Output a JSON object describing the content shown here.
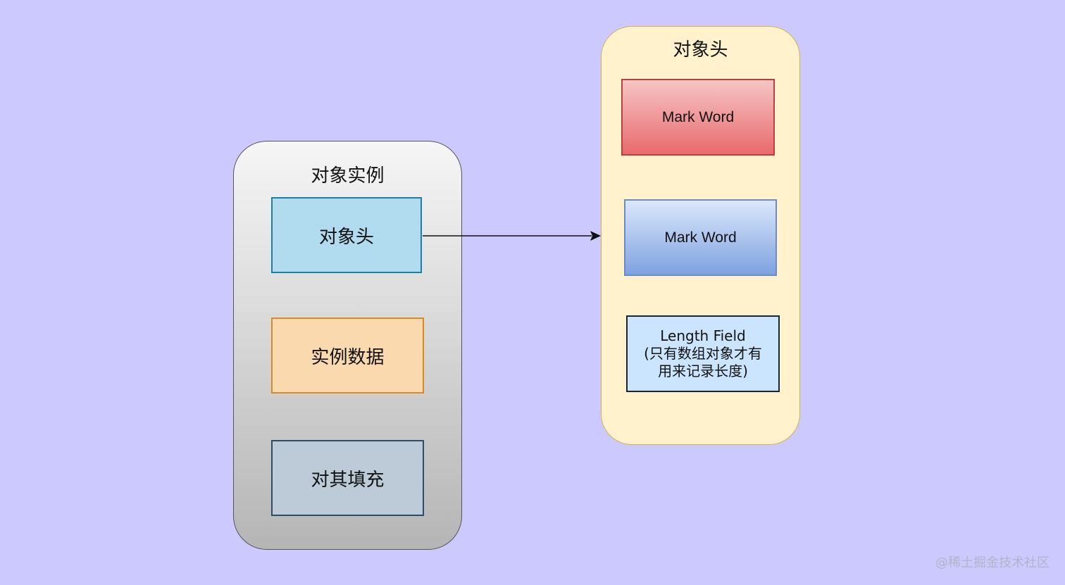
{
  "background_color": "#ccc9fe",
  "object_instance": {
    "title": "对象实例",
    "parts": {
      "header": "对象头",
      "instance_data": "实例数据",
      "padding": "对其填充"
    }
  },
  "object_header": {
    "title": "对象头",
    "parts": {
      "mark_word_1": "Mark Word",
      "mark_word_2": "Mark Word",
      "length_field": {
        "line1": "Length Field",
        "line2": "(只有数组对象才有",
        "line3": "用来记录长度)"
      }
    }
  },
  "watermark": "@稀土掘金技术社区"
}
